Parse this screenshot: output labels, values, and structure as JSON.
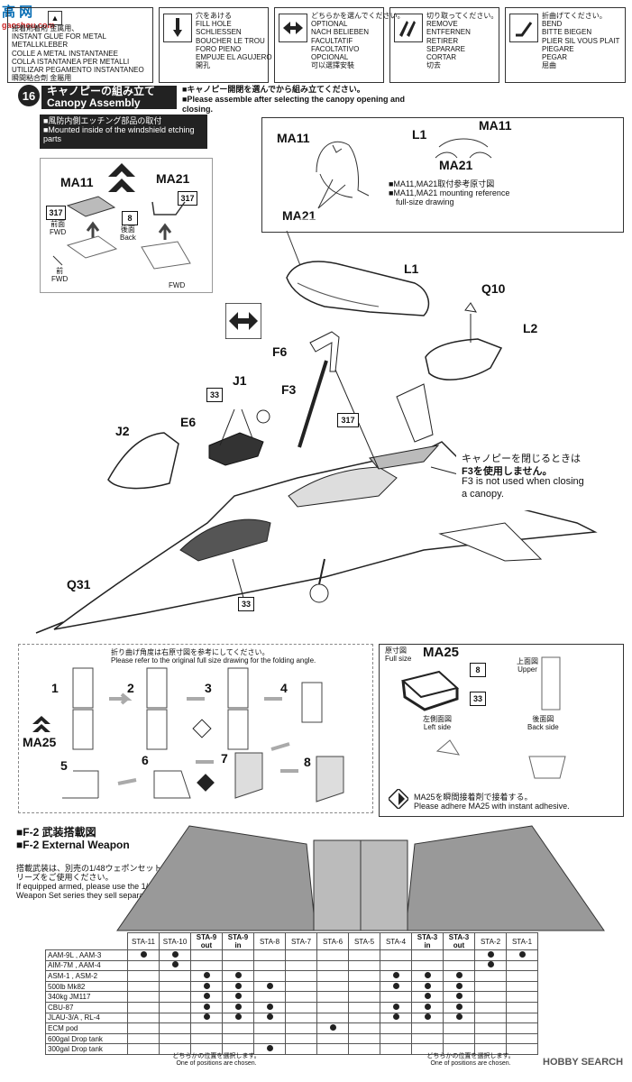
{
  "watermark_top": "高 网",
  "watermark_site": "gaoshou.com",
  "legend": [
    {
      "icon": "glue-icon",
      "text": "接着剤着剤 金属用、\nINSTANT GLUE FOR METAL\nMETALLKLEBER\nCOLLE A METAL INSTANTANEE\nCOLLA ISTANTANEA PER METALLI\nUTILIZAR PEGAMENTO INSTANTANEO\n瞬間粘合劑 金屬用"
    },
    {
      "icon": "drill-icon",
      "text": "穴をあける\nFILL HOLE\nSCHLIESSEN\nBOUCHER LE TROU\nFORO PIENO\nEMPUJE EL AGUJERO\n開孔"
    },
    {
      "icon": "optional-icon",
      "text": "どちらかを選んでください。\nOPTIONAL\nNACH BELIEBEN\nFACULTATIF\nFACOLTATIVO\nOPCIONAL\n可以選擇安裝"
    },
    {
      "icon": "cut-icon",
      "text": "切り取ってください。\nREMOVE\nENTFERNEN\nRETIRER\nSEPARARE\nCORTAR\n切去"
    },
    {
      "icon": "bend-icon",
      "text": "折曲げてください。\nBEND\nBITTE BIEGEN\nPLIER SIL VOUS PLAIT\nPIEGARE\nPEGAR\n屈曲"
    }
  ],
  "step": {
    "number": "16",
    "title_jp": "キャノピーの組み立て",
    "title_en": "Canopy Assembly",
    "note_jp": "■キャノピー開閉を選んでから組み立てください。",
    "note_en": "■Please assemble after selecting the canopy opening and closing."
  },
  "etching": {
    "bar_jp": "■風防内側エッチング部品の取付",
    "bar_en": "■Mounted inside of the windshield etching parts",
    "ma11": "MA11",
    "ma21": "MA21",
    "b317": "317",
    "b8": "8",
    "front_jp": "前面",
    "front_en": "FWD",
    "back_jp": "後面",
    "back_en": "Back",
    "fwd_jp": "前",
    "fwd": "FWD",
    "fwd2": "FWD"
  },
  "ref": {
    "ma11": "MA11",
    "ma21": "MA21",
    "l1": "L1",
    "ma11b": "MA11",
    "ma21b": "MA21",
    "note_jp": "■MA11,MA21取付参考原寸図",
    "note_en": "■MA11,MA21 mounting reference",
    "note_en2": "full-size drawing"
  },
  "parts": {
    "l1": "L1",
    "q10": "Q10",
    "l2": "L2",
    "f6": "F6",
    "f3": "F3",
    "j1": "J1",
    "e6": "E6",
    "j2": "J2",
    "q31": "Q31",
    "b33a": "33",
    "b33b": "33",
    "b317": "317"
  },
  "f3note": {
    "jp1": "キャノピーを閉じるときは",
    "jp2": "F3を使用しません。",
    "en1": "F3 is not used when closing",
    "en2": "a canopy."
  },
  "fold": {
    "jp": "折り曲げ角度は右原寸図を参考にしてください。",
    "en": "Please refer to the original full size drawing for the folding angle.",
    "steps": [
      "1",
      "2",
      "3",
      "4",
      "5",
      "6",
      "7",
      "8"
    ],
    "ma25": "MA25"
  },
  "ma25box": {
    "fullsize_jp": "原寸図",
    "fullsize_en": "Full size",
    "title": "MA25",
    "b8": "8",
    "b33": "33",
    "upper_jp": "上面図",
    "upper_en": "Upper",
    "left_jp": "左側面図",
    "left_en": "Left side",
    "back_jp": "後面図",
    "back_en": "Back side",
    "adhere_jp": "MA25を瞬間接着剤で接着する。",
    "adhere_en": "Please adhere MA25 with instant adhesive."
  },
  "weapons": {
    "title_jp": "■F-2 武装搭載図",
    "title_en": "■F-2 External Weapon",
    "note_jp1": "搭載武装は、別売の1/48ウェポンセットシ",
    "note_jp2": "リーズをご使用ください。",
    "note_en1": "If equipped armed, please use the 1/48",
    "note_en2": "Weapon Set series they sell separately.",
    "stations": [
      "STA-11",
      "STA-10",
      "STA-9 out",
      "STA-9 in",
      "STA-8",
      "STA-7",
      "STA-6",
      "STA-5",
      "STA-4",
      "STA-3 in",
      "STA-3 out",
      "STA-2",
      "STA-1"
    ],
    "rows": [
      {
        "name": "AAM-9L , AAM-3",
        "marks": [
          1,
          1,
          0,
          0,
          0,
          0,
          0,
          0,
          0,
          0,
          0,
          1,
          1
        ]
      },
      {
        "name": "AIM-7M , AAM-4",
        "marks": [
          0,
          1,
          0,
          0,
          0,
          0,
          0,
          0,
          0,
          0,
          0,
          1,
          0
        ]
      },
      {
        "name": "ASM-1 , ASM-2",
        "marks": [
          0,
          0,
          1,
          1,
          0,
          0,
          0,
          0,
          1,
          1,
          1,
          0,
          0
        ]
      },
      {
        "name": "500lb Mk82",
        "marks": [
          0,
          0,
          1,
          1,
          1,
          0,
          0,
          0,
          1,
          1,
          1,
          0,
          0
        ]
      },
      {
        "name": "340kg JM117",
        "marks": [
          0,
          0,
          1,
          1,
          0,
          0,
          0,
          0,
          0,
          1,
          1,
          0,
          0
        ]
      },
      {
        "name": "CBU-87",
        "marks": [
          0,
          0,
          1,
          1,
          1,
          0,
          0,
          0,
          1,
          1,
          1,
          0,
          0
        ]
      },
      {
        "name": "JLAU-3/A , RL-4",
        "marks": [
          0,
          0,
          1,
          1,
          1,
          0,
          0,
          0,
          1,
          1,
          1,
          0,
          0
        ]
      },
      {
        "name": "ECM pod",
        "marks": [
          0,
          0,
          0,
          0,
          0,
          0,
          1,
          0,
          0,
          0,
          0,
          0,
          0
        ]
      },
      {
        "name": "600gal Drop tank",
        "marks": [
          0,
          0,
          0,
          0,
          0,
          0,
          0,
          0,
          0,
          0,
          0,
          0,
          0
        ]
      },
      {
        "name": "300gal Drop tank",
        "marks": [
          0,
          0,
          0,
          0,
          1,
          0,
          0,
          0,
          0,
          0,
          0,
          0,
          0
        ]
      }
    ],
    "foot_jp": "どちらかの位置を選択します。",
    "foot_en": "One of positions are chosen.",
    "foot_jp2": "どちらかの位置を選択します。",
    "foot_en2": "One of positions are chosen."
  },
  "footer": "HOBBY SEARCH"
}
